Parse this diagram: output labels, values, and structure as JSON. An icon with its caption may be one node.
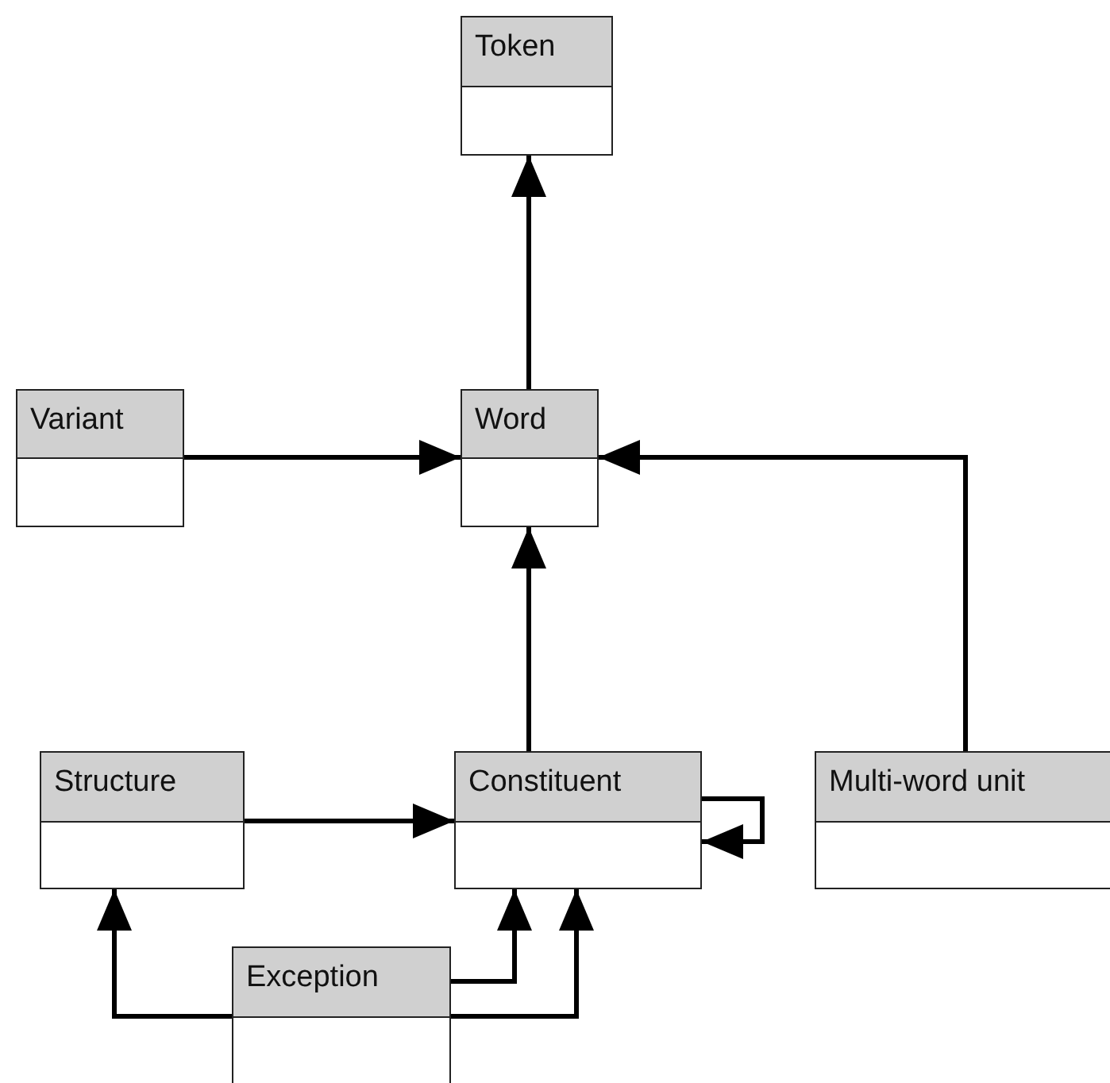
{
  "diagram": {
    "nodes": [
      {
        "text": [
          "Token"
        ]
      },
      {
        "text": [
          "Variant"
        ]
      },
      {
        "text": [
          "Word"
        ]
      },
      {
        "text": [
          "Structure"
        ]
      },
      {
        "text": [
          "Constituent"
        ]
      },
      {
        "text": [
          "Multi-word unit"
        ]
      },
      {
        "text": [
          "Exception"
        ]
      }
    ],
    "edges": [
      {
        "from": 2,
        "to": 0,
        "arrow": "to"
      },
      {
        "from": 1,
        "to": 2,
        "arrow": "to"
      },
      {
        "from": 5,
        "to": 2,
        "arrow": "to"
      },
      {
        "from": 4,
        "to": 2,
        "arrow": "to"
      },
      {
        "from": 3,
        "to": 4,
        "arrow": "to"
      },
      {
        "from": 4,
        "to": 4,
        "arrow": "to"
      },
      {
        "from": 6,
        "to": 3,
        "arrow": "to"
      },
      {
        "from": 6,
        "to": 4,
        "arrow": "to"
      },
      {
        "from": 6,
        "to": 4,
        "arrow": "to"
      }
    ]
  }
}
